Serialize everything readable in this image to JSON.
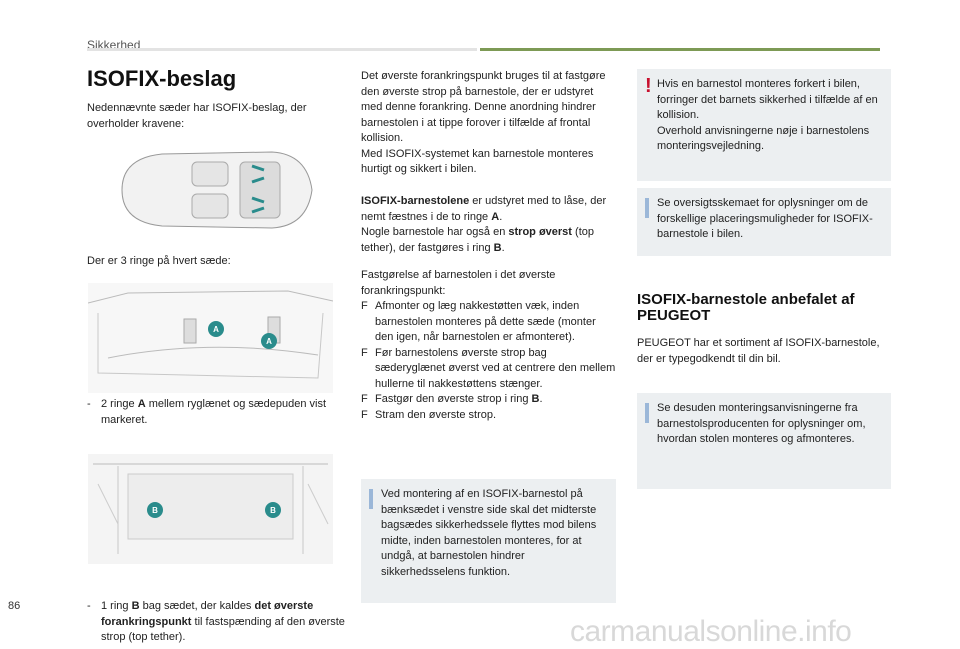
{
  "header": {
    "section": "Sikkerhed"
  },
  "page_title": "ISOFIX-beslag",
  "col1": {
    "intro": "Nedennævnte sæder har ISOFIX-beslag, der overholder kravene:",
    "rings_intro": "Der er 3 ringe på hvert sæde:",
    "ring_a": {
      "dash": "-",
      "pre": "2 ringe ",
      "letter": "A",
      "post": " mellem ryglænet og sædepuden vist markeret."
    },
    "ring_b": {
      "dash": "-",
      "pre": "1 ring ",
      "letter": "B",
      "mid": " bag sædet, der kaldes ",
      "bold": "det øverste forankringspunkt",
      "post": " til fastspænding af den øverste strop (top tether)."
    },
    "markers": {
      "a": "A",
      "b": "B"
    }
  },
  "col2": {
    "para1": "Det øverste forankringspunkt bruges til at fastgøre den øverste strop på barnestole, der er udstyret med denne forankring. Denne anordning hindrer barnestolen i at tippe forover i tilfælde af frontal kollision.",
    "para2": "Med ISOFIX-systemet kan barnestole monteres hurtigt og sikkert i bilen.",
    "para3": {
      "bold1": "ISOFIX-barnestolene",
      "t1": " er udstyret med to låse, der nemt fæstnes i de to ringe ",
      "letter_a": "A",
      "t2": ".",
      "t3": "Nogle barnestole har også en ",
      "bold2": "strop øverst",
      "t4": " (top tether), der fastgøres i ring ",
      "letter_b": "B",
      "t5": "."
    },
    "steps_intro": "Fastgørelse af barnestolen i det øverste forankringspunkt:",
    "bullet_symbol": "F",
    "steps": [
      "Afmonter og læg nakkestøtten væk, inden barnestolen monteres på dette sæde (monter den igen, når barnestolen er afmonteret).",
      "Før barnestolens øverste strop bag sæderyglænet øverst ved at centrere den mellem hullerne til nakkestøttens stænger."
    ],
    "step3": {
      "pre": "Fastgør den øverste strop i ring ",
      "letter": "B",
      "post": "."
    },
    "step4": "Stram den øverste strop.",
    "note": "Ved montering af en ISOFIX-barnestol på bænksædet i venstre side skal det midterste bagsædes sikkerhedssele flyttes mod bilens midte, inden barnestolen monteres, for at undgå, at barnestolen hindrer sikkerhedsselens funktion."
  },
  "col3": {
    "warning_mark": "!",
    "warning": "Hvis en barnestol monteres forkert i bilen, forringer det barnets sikkerhed i tilfælde af en kollision.",
    "warning2": "Overhold anvisningerne nøje i barnestolens monteringsvejledning.",
    "info1": "Se oversigtsskemaet for oplysninger om de forskellige placeringsmuligheder for ISOFIX-barnestole i bilen.",
    "subtitle": "ISOFIX-barnestole anbefalet af PEUGEOT",
    "para": "PEUGEOT har et sortiment af ISOFIX-barnestole, der er typegodkendt til din bil.",
    "info2": "Se desuden monteringsanvisningerne fra barnestolsproducenten for oplysninger om, hvordan stolen monteres og afmonteres."
  },
  "page_number": "86",
  "footer": "carmanualsonline.info"
}
